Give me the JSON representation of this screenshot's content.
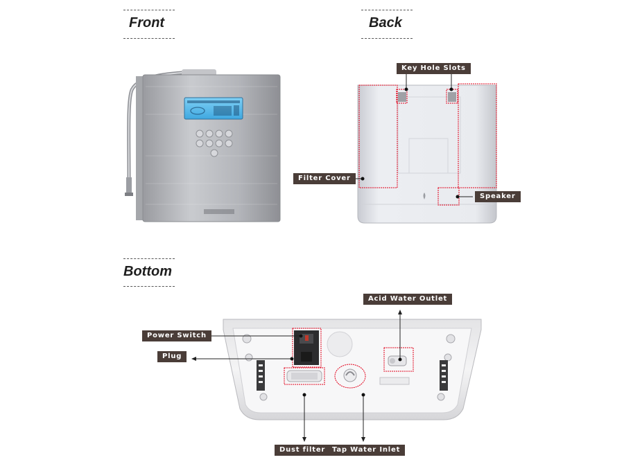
{
  "sections": {
    "front": "Front",
    "back": "Back",
    "bottom": "Bottom"
  },
  "labels": {
    "key_hole_slots": "Key Hole Slots",
    "filter_cover": "Filter Cover",
    "speaker": "Speaker",
    "acid_water_outlet": "Acid Water Outlet",
    "power_switch": "Power Switch",
    "plug": "Plug",
    "dust_filter": "Dust filter",
    "tap_water_inlet": "Tap Water Inlet"
  },
  "colors": {
    "label_bg": "#4a3d38",
    "highlight": "#e2001a"
  }
}
